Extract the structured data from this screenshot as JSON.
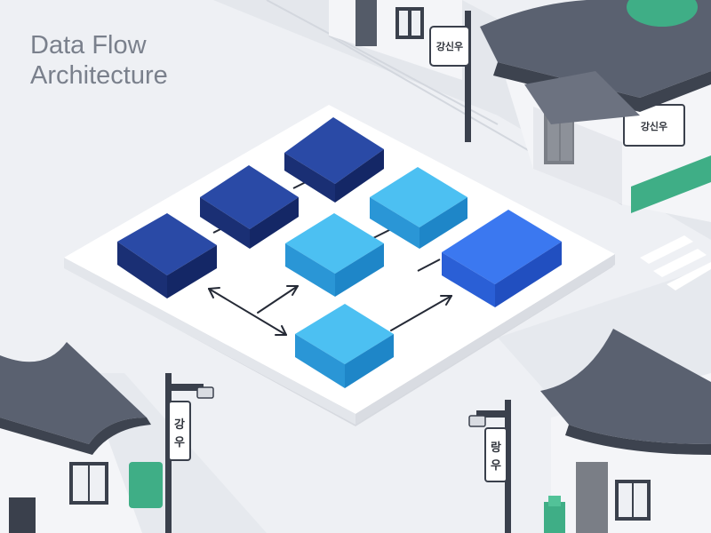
{
  "header": {
    "title_line1": "Data Flow",
    "title_line2": "Architecture"
  },
  "street_signs": {
    "pole_top_center": "강신우",
    "building_top_right": "강신우",
    "pole_bottom_left": "강우",
    "pole_bottom_right": "랑우"
  },
  "colors": {
    "dark_navy": "#1f3a8c",
    "light_blue": "#2aa6ec",
    "bright_blue": "#2f6ae8",
    "roof_gray": "#5a6170",
    "accent_green": "#3fae86",
    "background": "#eef0f4"
  }
}
